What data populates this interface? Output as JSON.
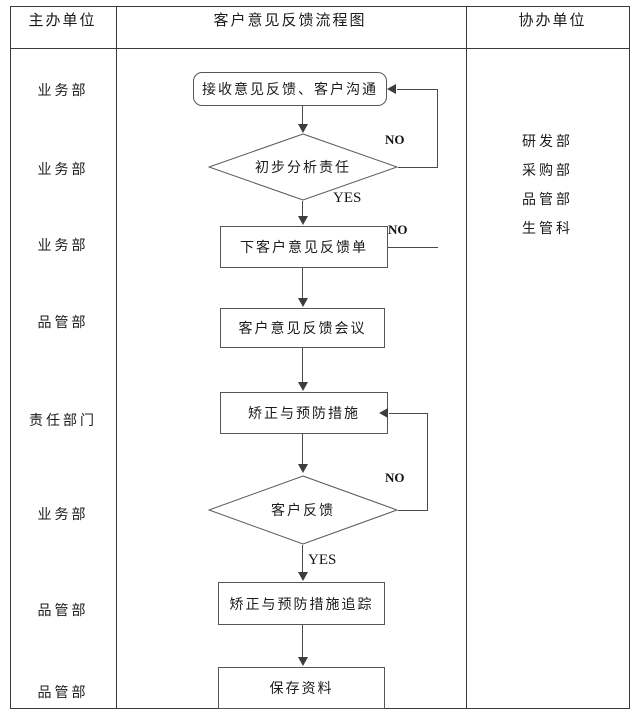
{
  "header": {
    "left": "主办单位",
    "center": "客户意见反馈流程图",
    "right": "协办单位"
  },
  "left_column": [
    {
      "label": "业务部"
    },
    {
      "label": "业务部"
    },
    {
      "label": "业务部"
    },
    {
      "label": "品管部"
    },
    {
      "label": "责任部门"
    },
    {
      "label": "业务部"
    },
    {
      "label": "品管部"
    },
    {
      "label": "品管部"
    }
  ],
  "right_column": [
    {
      "label": "研发部"
    },
    {
      "label": "采购部"
    },
    {
      "label": "品管部"
    },
    {
      "label": "生管科"
    }
  ],
  "flow": {
    "nodes": [
      {
        "id": "n1",
        "shape": "rounded-rect",
        "text": "接收意见反馈、客户沟通"
      },
      {
        "id": "n2",
        "shape": "diamond",
        "text": "初步分析责任"
      },
      {
        "id": "n3",
        "shape": "rect",
        "text": "下客户意见反馈单"
      },
      {
        "id": "n4",
        "shape": "rect",
        "text": "客户意见反馈会议"
      },
      {
        "id": "n5",
        "shape": "rect",
        "text": "矫正与预防措施"
      },
      {
        "id": "n6",
        "shape": "diamond",
        "text": "客户反馈"
      },
      {
        "id": "n7",
        "shape": "rect",
        "text": "矫正与预防措施追踪"
      },
      {
        "id": "n8",
        "shape": "rect",
        "text": "保存资料"
      }
    ],
    "edge_labels": {
      "no_1": "NO",
      "yes_1": "YES",
      "no_2": "NO",
      "no_3": "NO",
      "yes_2": "YES"
    }
  },
  "colors": {
    "border": "#3a3a3a",
    "node_border": "#565656",
    "connector": "#4a4a4a",
    "text": "#1b1b1b",
    "background": "#ffffff"
  }
}
